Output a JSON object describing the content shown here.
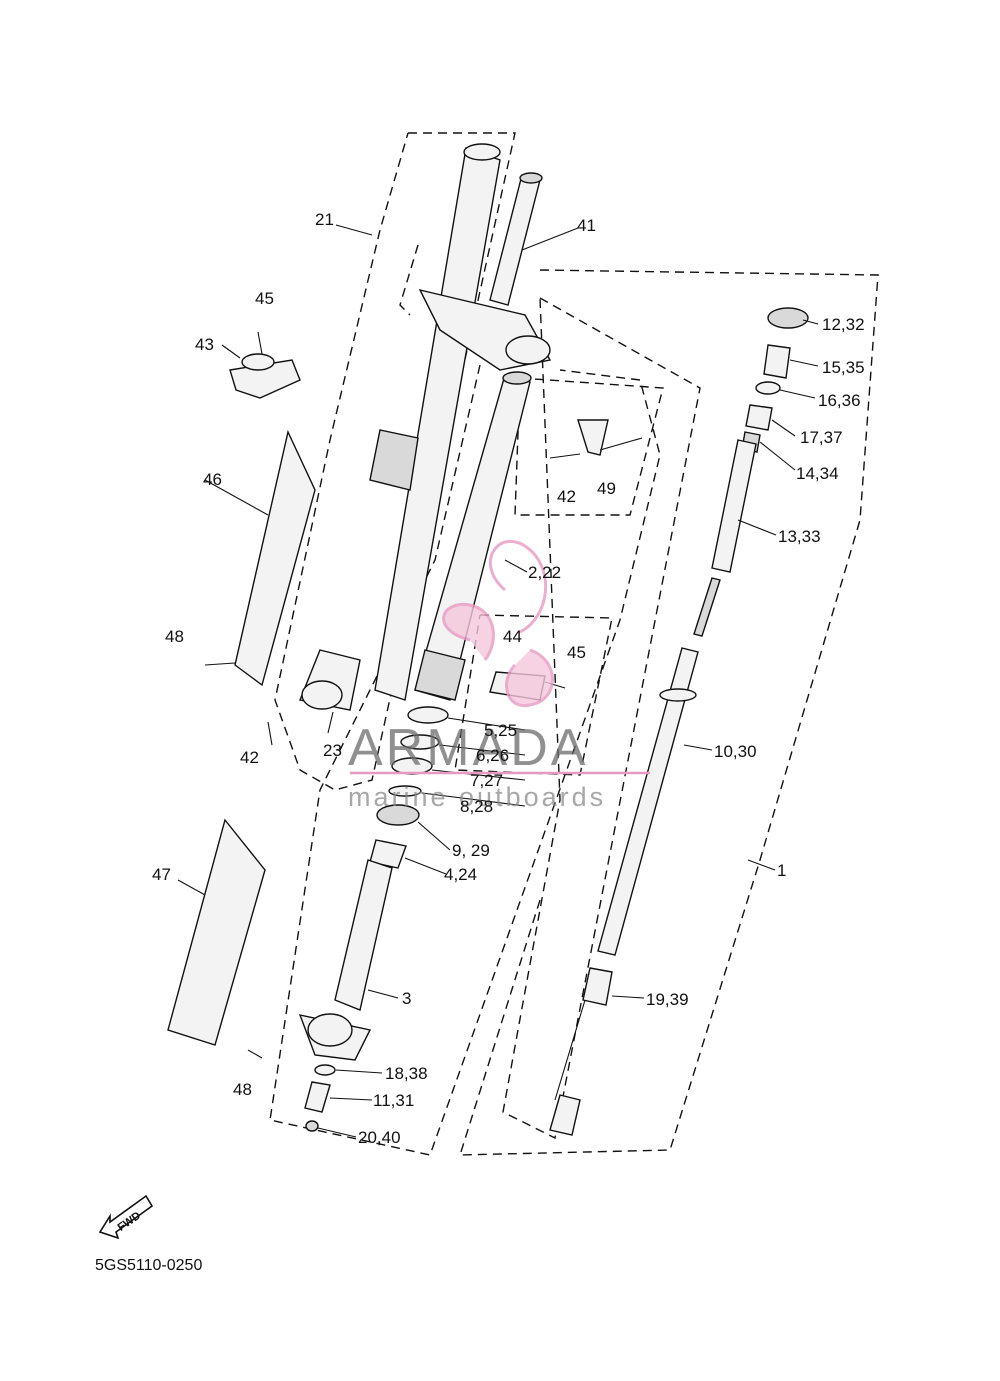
{
  "diagram_code": "5GS5110-0250",
  "fwd_label": "FWD",
  "watermark": {
    "title": "ARMADA",
    "subtitle": "marine outboards",
    "logo_color": "#e79ac0"
  },
  "callouts": [
    {
      "id": "c1",
      "text": "1"
    },
    {
      "id": "c2",
      "text": "2,22"
    },
    {
      "id": "c3",
      "text": "3"
    },
    {
      "id": "c4",
      "text": "4,24"
    },
    {
      "id": "c5",
      "text": "5,25"
    },
    {
      "id": "c6",
      "text": "6,26"
    },
    {
      "id": "c7",
      "text": "7,27"
    },
    {
      "id": "c8",
      "text": "8,28"
    },
    {
      "id": "c9",
      "text": "9, 29"
    },
    {
      "id": "c10",
      "text": "10,30"
    },
    {
      "id": "c11",
      "text": "11,31"
    },
    {
      "id": "c12",
      "text": "12,32"
    },
    {
      "id": "c13",
      "text": "13,33"
    },
    {
      "id": "c14",
      "text": "14,34"
    },
    {
      "id": "c15",
      "text": "15,35"
    },
    {
      "id": "c16",
      "text": "16,36"
    },
    {
      "id": "c17",
      "text": "17,37"
    },
    {
      "id": "c18",
      "text": "18,38"
    },
    {
      "id": "c19",
      "text": "19,39"
    },
    {
      "id": "c20",
      "text": "20,40"
    },
    {
      "id": "c21",
      "text": "21"
    },
    {
      "id": "c23",
      "text": "23"
    },
    {
      "id": "c41",
      "text": "41"
    },
    {
      "id": "c42a",
      "text": "42"
    },
    {
      "id": "c42b",
      "text": "42"
    },
    {
      "id": "c43",
      "text": "43"
    },
    {
      "id": "c44",
      "text": "44"
    },
    {
      "id": "c45a",
      "text": "45"
    },
    {
      "id": "c45b",
      "text": "45"
    },
    {
      "id": "c46",
      "text": "46"
    },
    {
      "id": "c47",
      "text": "47"
    },
    {
      "id": "c48a",
      "text": "48"
    },
    {
      "id": "c48b",
      "text": "48"
    },
    {
      "id": "c49",
      "text": "49"
    }
  ]
}
